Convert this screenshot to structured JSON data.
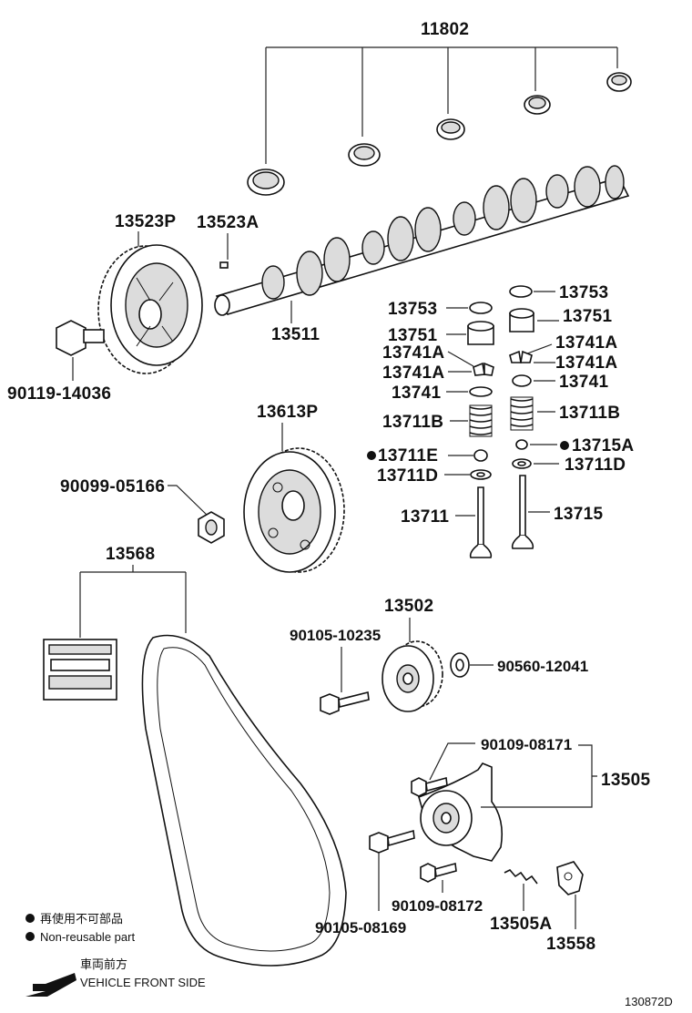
{
  "labels": {
    "p11802": "11802",
    "p13523P": "13523P",
    "p13523A": "13523A",
    "p13511": "13511",
    "p90119": "90119-14036",
    "p13753L": "13753",
    "p13753R": "13753",
    "p13751L": "13751",
    "p13751R": "13751",
    "p13741A_L1": "13741A",
    "p13741A_L2": "13741A",
    "p13741A_R1": "13741A",
    "p13741A_R2": "13741A",
    "p13741L": "13741",
    "p13741R": "13741",
    "p13711BL": "13711B",
    "p13711BR": "13711B",
    "p13711E": "13711E",
    "p13715A": "13715A",
    "p13711DL": "13711D",
    "p13711DR": "13711D",
    "p13711": "13711",
    "p13715": "13715",
    "p13613P": "13613P",
    "p90099": "90099-05166",
    "p13568": "13568",
    "p13502": "13502",
    "p90105_10235": "90105-10235",
    "p90560": "90560-12041",
    "p90109_08171": "90109-08171",
    "p13505": "13505",
    "p90109_08172": "90109-08172",
    "p90105_08169": "90105-08169",
    "p13505A": "13505A",
    "p13558": "13558"
  },
  "legend": {
    "jp": "再使用不可部品",
    "en": "Non-reusable part"
  },
  "direction": {
    "jp": "車両前方",
    "en": "VEHICLE FRONT SIDE"
  },
  "figure_id": "130872D"
}
